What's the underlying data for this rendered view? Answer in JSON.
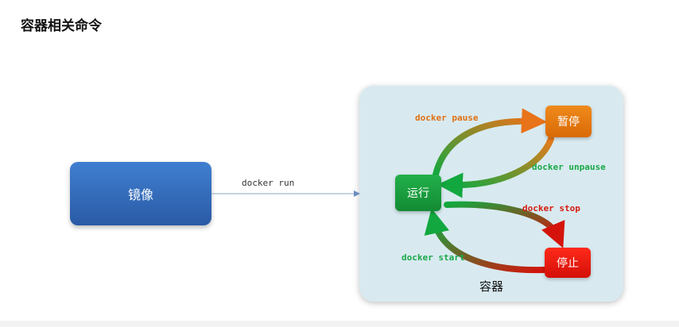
{
  "title": "容器相关命令",
  "image_node": {
    "label": "镜像"
  },
  "run_command": "docker run",
  "container": {
    "label": "容器"
  },
  "states": {
    "running": "运行",
    "paused": "暂停",
    "stopped": "停止"
  },
  "commands": {
    "pause": "docker pause",
    "unpause": "docker unpause",
    "stop": "docker stop",
    "start": "docker start"
  }
}
